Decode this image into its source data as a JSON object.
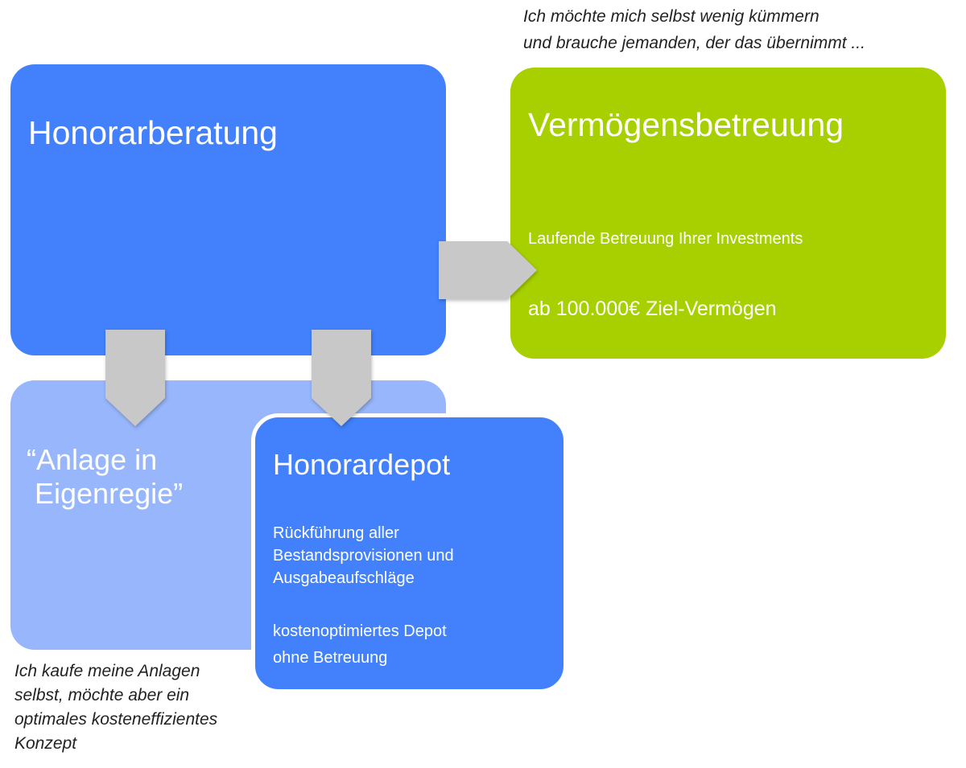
{
  "colors": {
    "blue": "#4281fb",
    "light_blue": "#97b6fb",
    "green": "#a8d000",
    "arrow": "#c8c8c8"
  },
  "top_note": [
    "Ich möchte mich selbst wenig kümmern",
    "und brauche jemanden, der das übernimmt ..."
  ],
  "honorarberatung": {
    "title": "Honorarberatung"
  },
  "vermoegen": {
    "title": "Vermögensbetreuung",
    "line1": "Laufende Betreuung Ihrer Investments",
    "line2": "ab 100.000€ Ziel-Vermögen"
  },
  "eigenregie": {
    "title": [
      "“Anlage in",
      " Eigenregie”"
    ]
  },
  "honorardepot": {
    "title": "Honorardepot",
    "lines1": [
      "Rückführung aller",
      "Bestandsprovisionen und",
      "Ausgabeaufschläge"
    ],
    "lines2": [
      "kostenoptimiertes Depot",
      "ohne Betreuung"
    ]
  },
  "bottom_note": [
    "Ich kaufe meine Anlagen",
    "selbst, möchte aber ein",
    "optimales kosteneffizientes",
    "Konzept"
  ]
}
